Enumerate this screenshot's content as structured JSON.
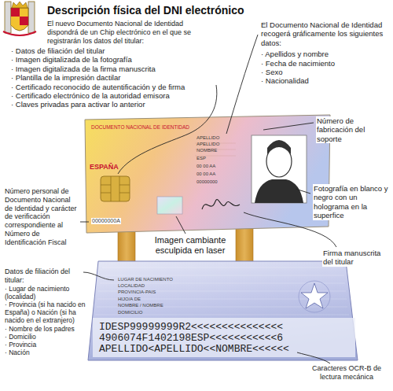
{
  "diagram": {
    "title": "Descripción física del DNI electrónico",
    "labels": [
      "El nuevo Documento Nacional de Identidad dispondrá de un Chip electrónico en el que se registrarán los datos del titular:",
      "· Datos de filiación del titular",
      "· Imagen digitalizada de la fotografía",
      "· Imagen digitalizada de la firma manuscrita",
      "· Plantilla de la impresión dactilar",
      "· Certificado reconocido de autentificación y de firma",
      "· Certificado electrónico de la autoridad emisora",
      "· Claves privadas para activar lo anterior",
      "El Documento Nacional de Identidad recogerá gráficamente los siguientes datos:",
      "· Apellidos y nombre",
      "· Fecha de nacimiento",
      "· Sexo",
      "· Nacionalidad",
      "Número de fabricación del soporte",
      "Fotografía en blanco y negro con un holograma en la superfice",
      "Número personal de Documento Nacional de Identidad y carácter de verificación correspondiente al Número de Identificación Fiscal",
      "Imagen cambiante esculpida en laser",
      "Firma manuscrita del titular",
      "Datos de filiación del titular:",
      "· Lugar de nacimiento (localidad)",
      "· Provincia (si ha nacido en España) o Nación (si ha nacido en el extranjero)",
      "· Nombre de los padres",
      "· Domicilio",
      "· Provincia",
      "· Nación",
      "Caracteres OCR-B de lectura mecánica",
      "ESPAÑA",
      "DOCUMENTO NACIONAL DE IDENTIDAD",
      "APELLIDO",
      "APELLIDO",
      "NOMBRE",
      "ESP",
      "00 00 AA",
      "00 00 AA",
      "00000000",
      "00000000A",
      "LUGAR DE NACIMIENTO",
      "LOCALIDAD",
      "PROVINCIA-PAIS",
      "HIJO/A DE",
      "NOMBRE / NOMBRE",
      "DOMICILIO",
      "IDESP99999999R2<<<<<<<<<<<<<<<",
      "4906074F1402198ESP<<<<<<<<<<<6",
      "APELLIDO<APELLIDO<<NOMBRE<<<<<<"
    ]
  }
}
